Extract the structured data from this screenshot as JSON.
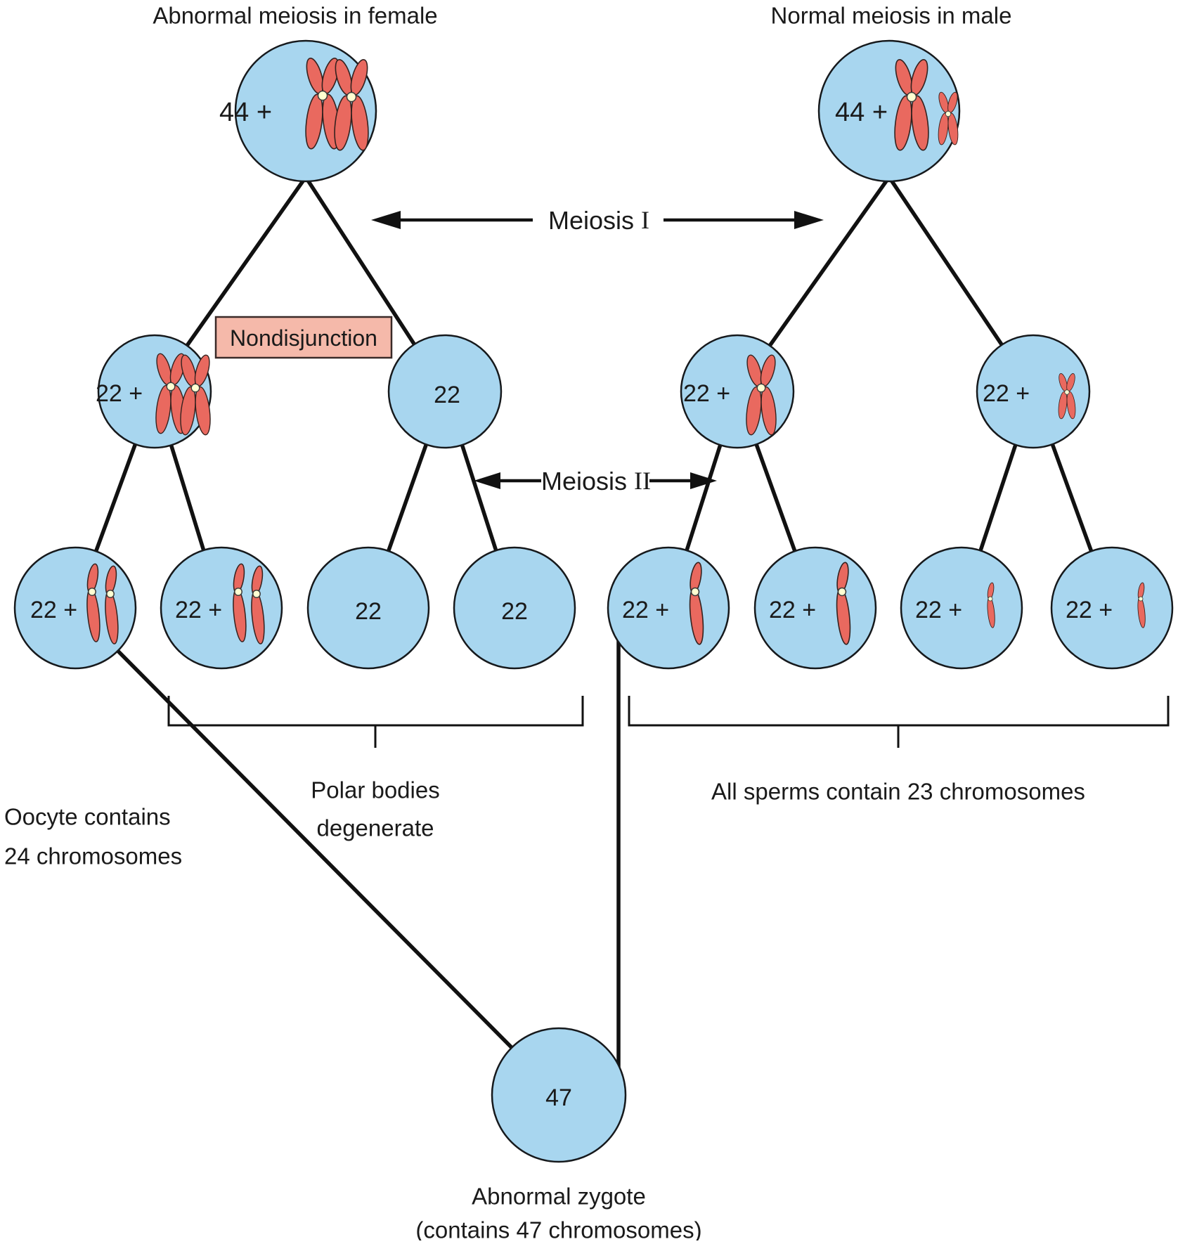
{
  "titles": {
    "female": "Abnormal meiosis in female",
    "male": "Normal meiosis in male"
  },
  "stages": {
    "meiosis1": {
      "word": "Meiosis",
      "numeral": "I"
    },
    "meiosis2": {
      "word": "Meiosis",
      "numeral": "II"
    }
  },
  "nondisjunction": {
    "label": "Nondisjunction"
  },
  "cells": {
    "female_parent": {
      "label": "44 +"
    },
    "male_parent": {
      "label": "44 +"
    },
    "f2_left": {
      "label": "22 +"
    },
    "f2_right": {
      "label": "22"
    },
    "m2_left": {
      "label": "22 +"
    },
    "m2_right": {
      "label": "22 +"
    },
    "oocyte": {
      "label": "22 +"
    },
    "polar1": {
      "label": "22 +"
    },
    "polar2": {
      "label": "22"
    },
    "polar3": {
      "label": "22"
    },
    "sperm1": {
      "label": "22 +"
    },
    "sperm2": {
      "label": "22 +"
    },
    "sperm3": {
      "label": "22 +"
    },
    "sperm4": {
      "label": "22 +"
    },
    "zygote": {
      "label": "47"
    }
  },
  "captions": {
    "oocyte": {
      "line1": "Oocyte contains",
      "line2": "24 chromosomes"
    },
    "polar": {
      "line1": "Polar bodies",
      "line2": "degenerate"
    },
    "sperm": {
      "line1": "All sperms contain 23 chromosomes"
    },
    "zygote": {
      "line1": "Abnormal zygote",
      "line2": "(contains 47 chromosomes)"
    }
  },
  "colors": {
    "cell_fill": "#A8D6EF",
    "cell_stroke": "#16191C",
    "chromosome_fill": "#E9695F",
    "chromosome_stroke": "#35221F",
    "centromere_fill": "#FFFFD2",
    "nondisjunction_fill": "#F5B9AA",
    "line": "#111111"
  }
}
